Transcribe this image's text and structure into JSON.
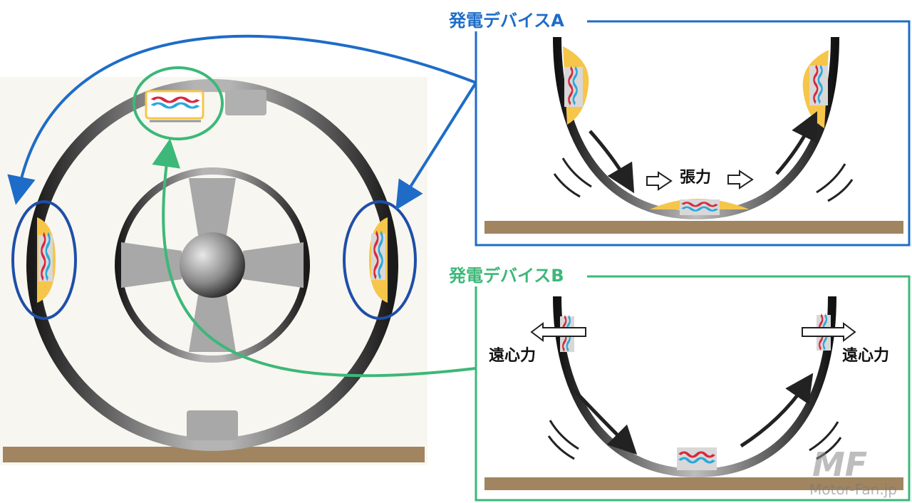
{
  "panel_a": {
    "title": "発電デバイスA",
    "force_label": "張力",
    "color": "#1e6cc8"
  },
  "panel_b": {
    "title": "発電デバイスB",
    "force_label_left": "遠心力",
    "force_label_right": "遠心力",
    "color": "#3cb878"
  },
  "watermark": {
    "logo": "MF",
    "text": "Motor-Fan.jp"
  },
  "colors": {
    "background_left": "#f8f6f0",
    "ground": "#a08560",
    "tire_gray": "#a0a0a0",
    "device_pad": "#f6c64a",
    "wave_red": "#d8283c",
    "wave_blue": "#2aa8dc",
    "device_box": "#cfcfcf",
    "arrow_dark": "#222222"
  }
}
